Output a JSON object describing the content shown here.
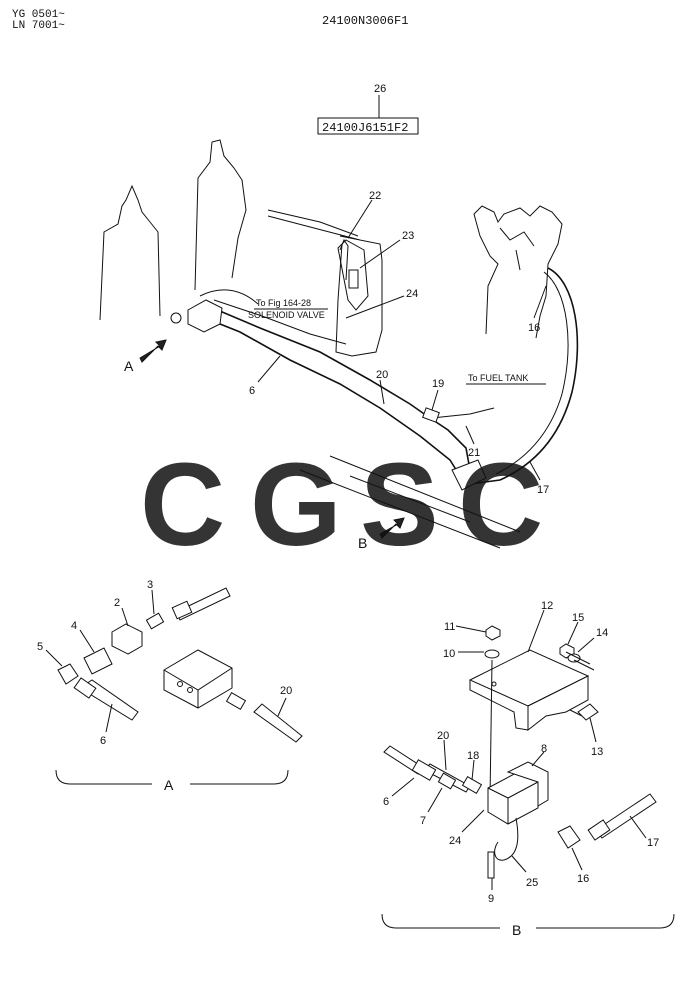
{
  "header": {
    "serial_line_1": "YG 0501~",
    "serial_line_2": "LN 7001~",
    "figure_code": "24100N3006F1"
  },
  "main_view": {
    "ref_box_label": "24100J6151F2",
    "callouts": {
      "c26": "26",
      "c22": "22",
      "c23": "23",
      "c24": "24",
      "c6": "6",
      "c20": "20",
      "c19": "19",
      "c21": "21",
      "c16": "16",
      "c17": "17"
    },
    "note_fig": "To Fig 164-28",
    "note_valve": "SOLENOID VALVE",
    "note_tank": "To FUEL TANK",
    "arrow_a": "A",
    "arrow_b": "B"
  },
  "detail_a": {
    "label": "A",
    "callouts": {
      "c2": "2",
      "c3": "3",
      "c4": "4",
      "c5": "5",
      "c6": "6",
      "c20": "20"
    }
  },
  "detail_b": {
    "label": "B",
    "callouts": {
      "c12": "12",
      "c11": "11",
      "c10": "10",
      "c15": "15",
      "c14": "14",
      "c13": "13",
      "c20": "20",
      "c18": "18",
      "c8": "8",
      "c6": "6",
      "c7": "7",
      "c24": "24",
      "c16": "16",
      "c17": "17",
      "c25": "25",
      "c9": "9"
    }
  },
  "watermark": {
    "letters": [
      "C",
      "G",
      "S",
      "C"
    ],
    "colors": [
      "#6fa8f5",
      "#f28b82",
      "#fad165",
      "#5fb98c"
    ]
  }
}
